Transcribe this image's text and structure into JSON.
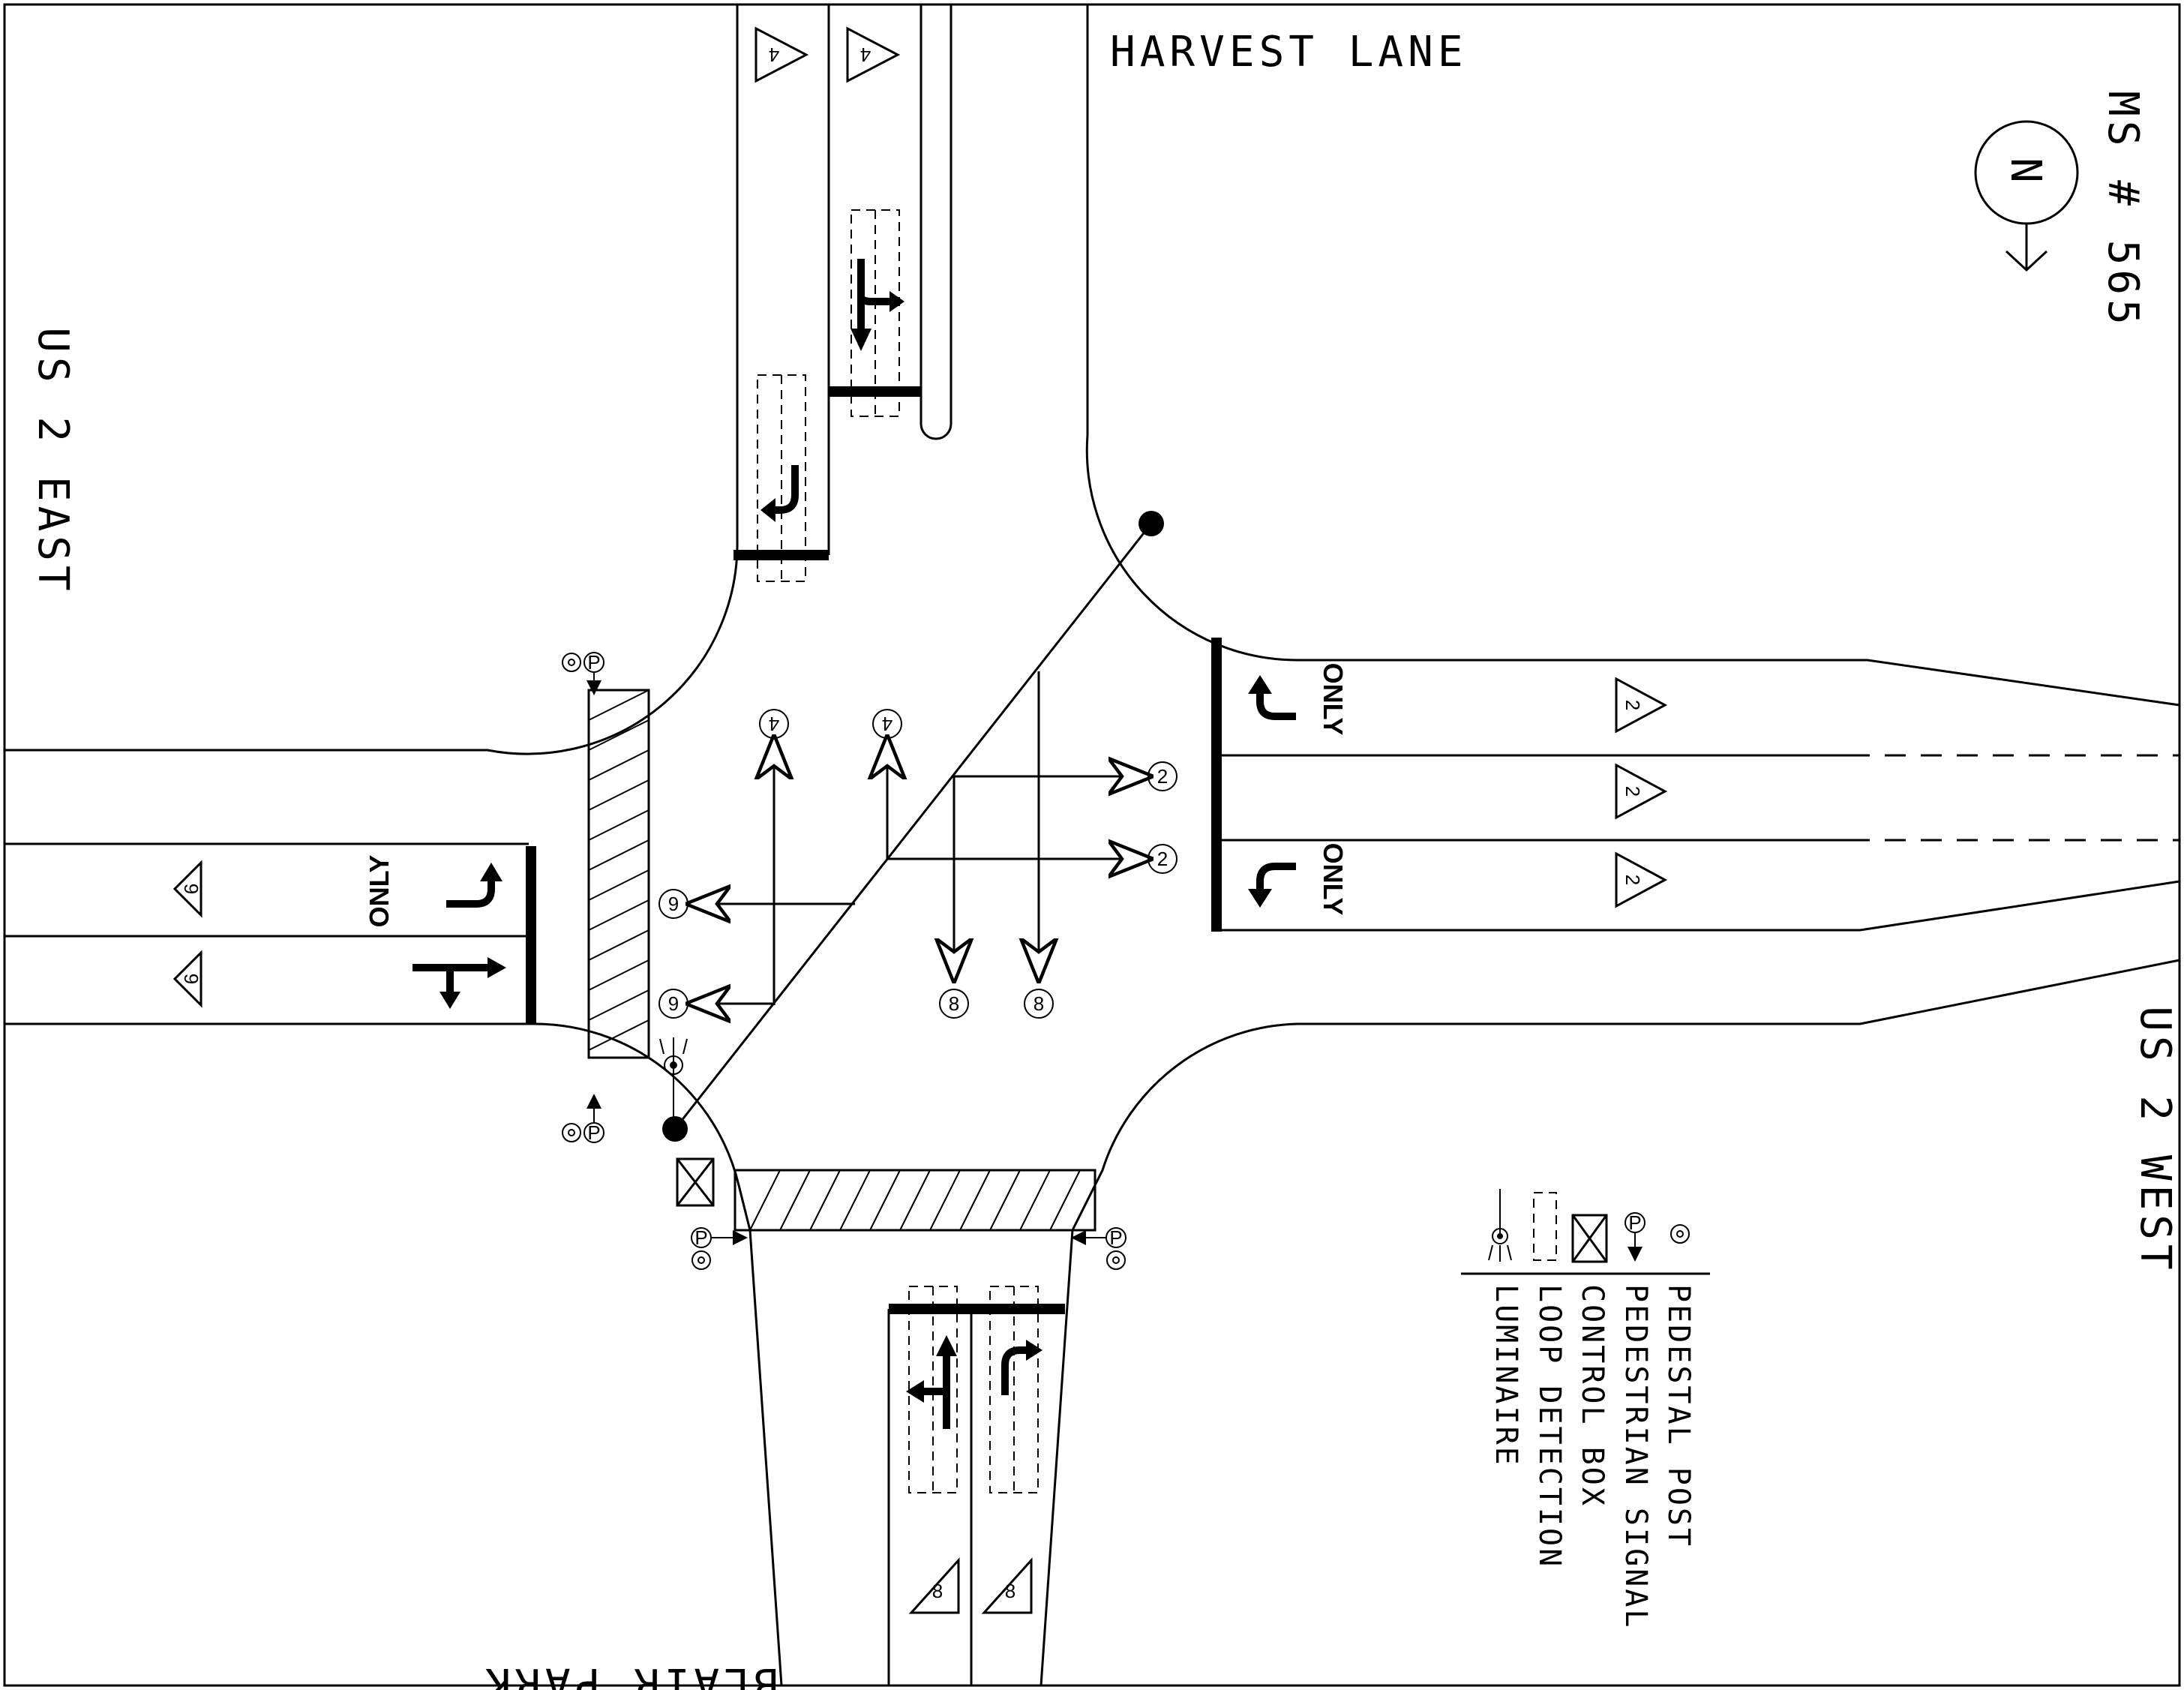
{
  "streets": {
    "north": "HARVEST LANE",
    "west": "US 2 EAST",
    "east": "US 2 WEST",
    "south": "BLAIR PARK"
  },
  "sheet_id": "MS # 565",
  "north_arrow": {
    "letter": "N",
    "icon": "north-arrow-icon"
  },
  "lane_marking": "ONLY",
  "phases": {
    "north_approach": "4",
    "east_approach": "2",
    "west_approach": "6",
    "south_approach": "8"
  },
  "legend": {
    "items": [
      {
        "icon": "pedestal-post-icon",
        "label": "PEDESTAL POST"
      },
      {
        "icon": "pedestrian-signal-icon",
        "label": "PEDESTRIAN SIGNAL"
      },
      {
        "icon": "control-box-icon",
        "label": "CONTROL BOX"
      },
      {
        "icon": "loop-detection-icon",
        "label": "LOOP DETECTION"
      },
      {
        "icon": "luminaire-icon",
        "label": "LUMINAIRE"
      }
    ]
  },
  "pedestrian_signal_letter": "P"
}
